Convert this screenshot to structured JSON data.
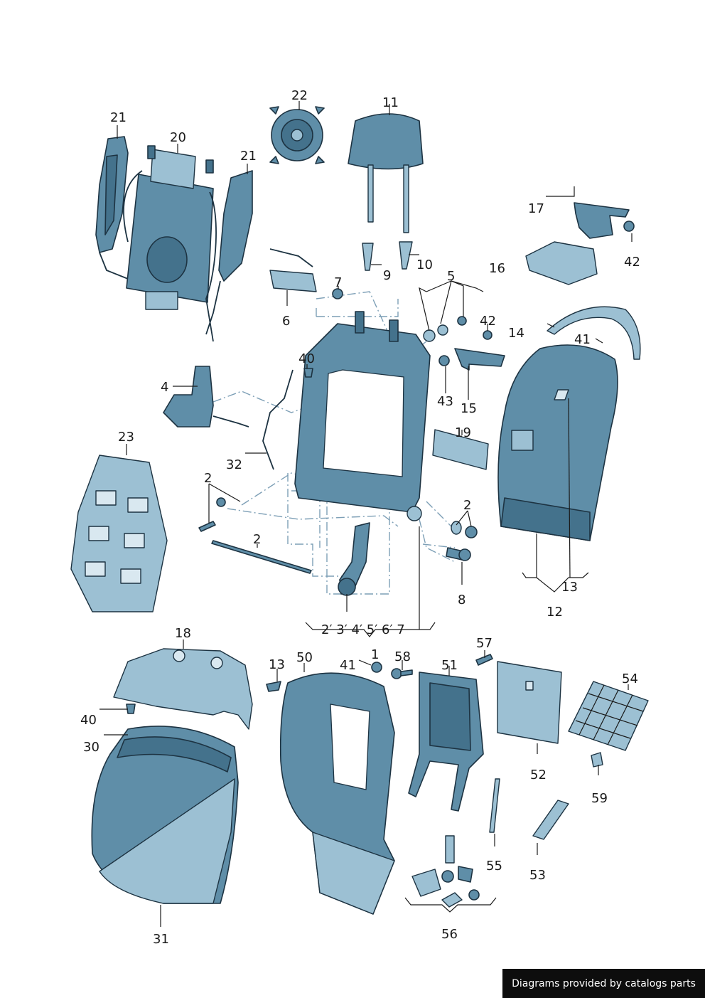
{
  "diagram": {
    "callouts": [
      {
        "id": "c21a",
        "text": "21"
      },
      {
        "id": "c20",
        "text": "20"
      },
      {
        "id": "c21b",
        "text": "21"
      },
      {
        "id": "c22",
        "text": "22"
      },
      {
        "id": "c11",
        "text": "11"
      },
      {
        "id": "c9",
        "text": "9"
      },
      {
        "id": "c10",
        "text": "10"
      },
      {
        "id": "c17",
        "text": "17"
      },
      {
        "id": "c42a",
        "text": "42"
      },
      {
        "id": "c16",
        "text": "16"
      },
      {
        "id": "c5",
        "text": "5"
      },
      {
        "id": "c7",
        "text": "7"
      },
      {
        "id": "c6",
        "text": "6"
      },
      {
        "id": "c42b",
        "text": "42"
      },
      {
        "id": "c14",
        "text": "14"
      },
      {
        "id": "c41a",
        "text": "41"
      },
      {
        "id": "c40a",
        "text": "40"
      },
      {
        "id": "c43",
        "text": "43"
      },
      {
        "id": "c15",
        "text": "15"
      },
      {
        "id": "c4",
        "text": "4"
      },
      {
        "id": "c19",
        "text": "19"
      },
      {
        "id": "c23",
        "text": "23"
      },
      {
        "id": "c32",
        "text": "32"
      },
      {
        "id": "c2a",
        "text": "2"
      },
      {
        "id": "c2b",
        "text": "2"
      },
      {
        "id": "c2c",
        "text": "2"
      },
      {
        "id": "c8",
        "text": "8"
      },
      {
        "id": "c13a",
        "text": "13"
      },
      {
        "id": "c12",
        "text": "12"
      },
      {
        "id": "c2row",
        "text": "2′ 3′ 4′ 5′ 6′ 7"
      },
      {
        "id": "c18",
        "text": "18"
      },
      {
        "id": "c1",
        "text": "1"
      },
      {
        "id": "c41b",
        "text": "41"
      },
      {
        "id": "c58",
        "text": "58"
      },
      {
        "id": "c51",
        "text": "51"
      },
      {
        "id": "c57",
        "text": "57"
      },
      {
        "id": "c13b",
        "text": "13"
      },
      {
        "id": "c50",
        "text": "50"
      },
      {
        "id": "c54",
        "text": "54"
      },
      {
        "id": "c40b",
        "text": "40"
      },
      {
        "id": "c30",
        "text": "30"
      },
      {
        "id": "c52",
        "text": "52"
      },
      {
        "id": "c59",
        "text": "59"
      },
      {
        "id": "c55",
        "text": "55"
      },
      {
        "id": "c53",
        "text": "53"
      },
      {
        "id": "c56",
        "text": "56"
      },
      {
        "id": "c31",
        "text": "31"
      }
    ]
  },
  "credit": {
    "text": "Diagrams provided by catalogs parts"
  },
  "colors": {
    "part_fill": "#5f8ea8",
    "part_outline": "#1d3342",
    "assembly_line": "#7d9fb6"
  }
}
